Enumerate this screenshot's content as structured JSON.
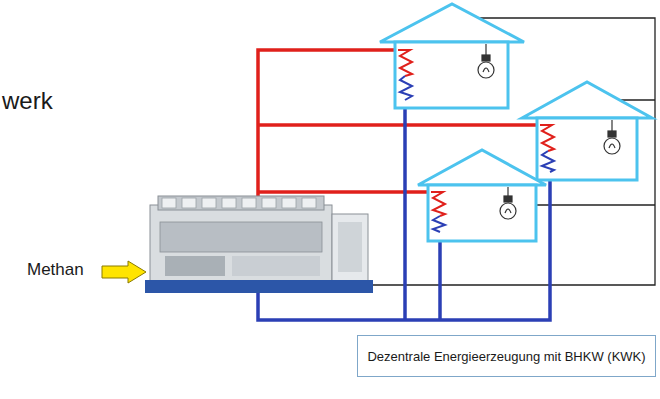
{
  "diagram": {
    "nodes": [
      {
        "text": [
          "Dezentrale Energieerzeugung mit BHKW (KWK)"
        ]
      }
    ],
    "labels": [
      "werk",
      "Methan"
    ]
  }
}
